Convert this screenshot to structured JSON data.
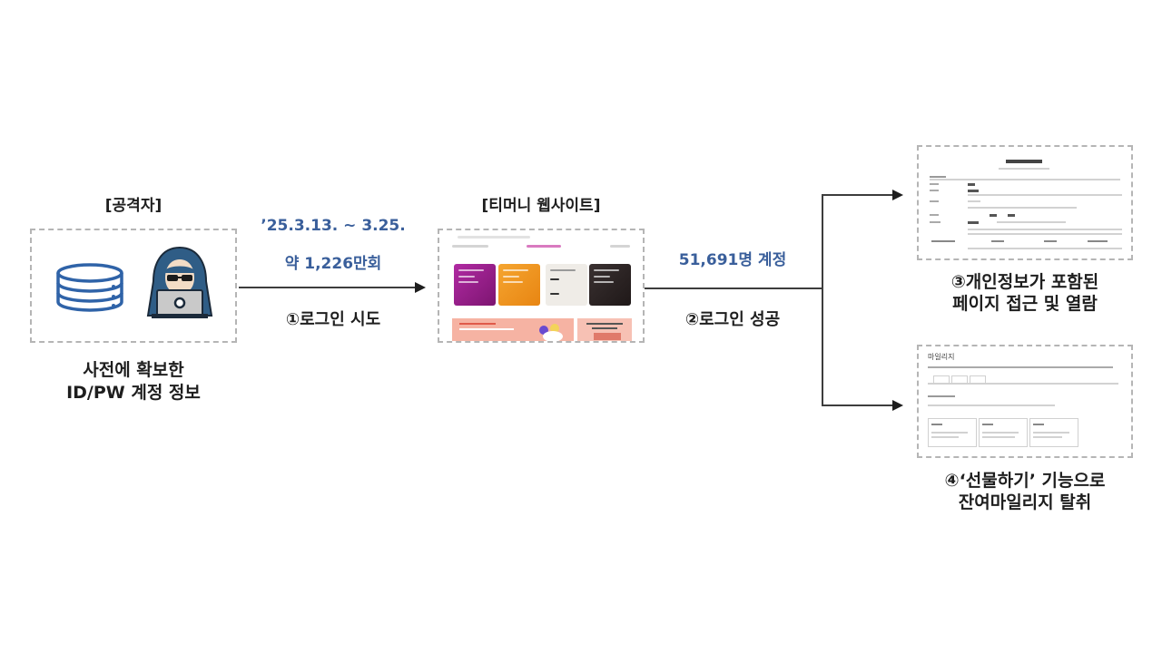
{
  "attacker": {
    "title": "[공격자]",
    "caption_line1": "사전에 확보한",
    "caption_line2": "ID/PW 계정 정보",
    "icons": [
      "database-icon",
      "hacker-icon"
    ]
  },
  "step1": {
    "period": "’25.3.13. ~ 3.25.",
    "attempts": "약 1,226만회",
    "label": "①로그인 시도"
  },
  "website": {
    "title": "[티머니 웹사이트]",
    "card_colors": [
      "#9c1f8f",
      "#f0961f",
      "#ebe7e1",
      "#2b2323"
    ],
    "banner_colors": [
      "#f6b3a3",
      "#f7c1b4"
    ]
  },
  "step2": {
    "accounts": "51,691명 계정",
    "label": "②로그인 성공"
  },
  "outcome3": {
    "caption_line1": "③개인정보가 포함된",
    "caption_line2": "페이지 접근 및 열람"
  },
  "outcome4": {
    "thumb_heading": "마일리지",
    "caption_line1": "④‘선물하기’ 기능으로",
    "caption_line2": "잔여마일리지 탈취"
  },
  "colors": {
    "accent_blue": "#3a5f9b",
    "arrow": "#3d3d3d",
    "dashed_border": "#b5b5b5"
  }
}
